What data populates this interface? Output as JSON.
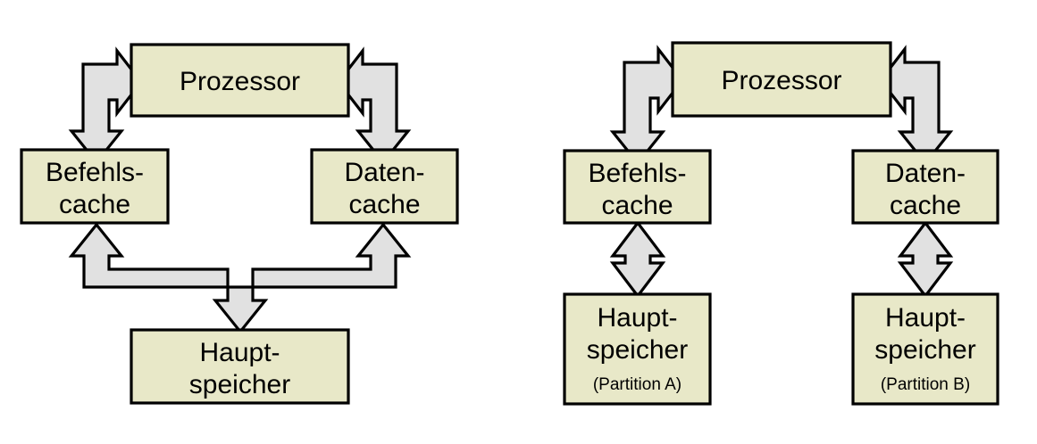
{
  "diagram": {
    "type": "block-diagram",
    "title": "",
    "background_color": "#ffffff",
    "box_fill_color": "#e8e8c8",
    "box_stroke_color": "#000000",
    "arrow_fill_color": "#e1e1e1",
    "arrow_stroke_color": "#000000",
    "panels": [
      {
        "id": "left",
        "name": "harvard-shared-main-memory",
        "nodes": [
          {
            "id": "processor",
            "label_lines": [
              "Prozessor"
            ]
          },
          {
            "id": "instruction-cache",
            "label_lines": [
              "Befehls-",
              "cache"
            ]
          },
          {
            "id": "data-cache",
            "label_lines": [
              "Daten-",
              "cache"
            ]
          },
          {
            "id": "main-memory",
            "label_lines": [
              "Haupt-",
              "speicher"
            ]
          }
        ],
        "connections": [
          {
            "from": "instruction-cache",
            "to": "processor",
            "style": "elbow-double-arrow"
          },
          {
            "from": "data-cache",
            "to": "processor",
            "style": "elbow-double-arrow"
          },
          {
            "from": "main-memory",
            "to": "instruction-cache",
            "style": "fork-arrow"
          },
          {
            "from": "main-memory",
            "to": "data-cache",
            "style": "fork-arrow"
          }
        ]
      },
      {
        "id": "right",
        "name": "harvard-partitioned-main-memory",
        "nodes": [
          {
            "id": "processor",
            "label_lines": [
              "Prozessor"
            ]
          },
          {
            "id": "instruction-cache",
            "label_lines": [
              "Befehls-",
              "cache"
            ]
          },
          {
            "id": "data-cache",
            "label_lines": [
              "Daten-",
              "cache"
            ]
          },
          {
            "id": "main-memory-a",
            "label_lines": [
              "Haupt-",
              "speicher"
            ],
            "sublabel": "(Partition A)"
          },
          {
            "id": "main-memory-b",
            "label_lines": [
              "Haupt-",
              "speicher"
            ],
            "sublabel": "(Partition B)"
          }
        ],
        "connections": [
          {
            "from": "instruction-cache",
            "to": "processor",
            "style": "elbow-double-arrow"
          },
          {
            "from": "data-cache",
            "to": "processor",
            "style": "elbow-double-arrow"
          },
          {
            "from": "main-memory-a",
            "to": "instruction-cache",
            "style": "vertical-double-arrow"
          },
          {
            "from": "main-memory-b",
            "to": "data-cache",
            "style": "vertical-double-arrow"
          }
        ]
      }
    ],
    "text": {
      "processor": "Prozessor",
      "instruction_cache_line1": "Befehls-",
      "instruction_cache_line2": "cache",
      "data_cache_line1": "Daten-",
      "data_cache_line2": "cache",
      "main_memory_line1": "Haupt-",
      "main_memory_line2": "speicher",
      "partition_a": "(Partition A)",
      "partition_b": "(Partition B)"
    }
  }
}
